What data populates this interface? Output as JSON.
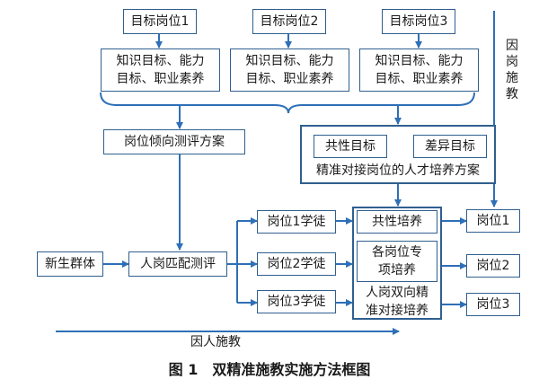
{
  "targets": [
    "目标岗位1",
    "目标岗位2",
    "目标岗位3"
  ],
  "goal_boxes": [
    {
      "line1": "知识目标、能力",
      "line2": "目标、职业素养"
    },
    {
      "line1": "知识目标、能力",
      "line2": "目标、职业素养"
    },
    {
      "line1": "知识目标、能力",
      "line2": "目标、职业素养"
    }
  ],
  "assessment_plan": "岗位倾向测评方案",
  "common_goal": "共性目标",
  "difference_goal": "差异目标",
  "training_plan": "精准对接岗位的人才培养方案",
  "new_students": "新生群体",
  "matching_assessment": "人岗匹配测评",
  "apprentices": [
    "岗位1学徒",
    "岗位2学徒",
    "岗位3学徒"
  ],
  "trainings": [
    {
      "line1": "共性培养",
      "line2": ""
    },
    {
      "line1": "各岗位专",
      "line2": "项培养"
    },
    {
      "line1": "人岗双向精",
      "line2": "准对接培养"
    }
  ],
  "positions": [
    "岗位1",
    "岗位2",
    "岗位3"
  ],
  "teach_by_position": "因岗施教",
  "teach_by_person": "因人施教",
  "caption": "图 1　双精准施教实施方法框图",
  "colors": {
    "line": "#2f5f8f",
    "arrow": "#2e6fb7"
  }
}
